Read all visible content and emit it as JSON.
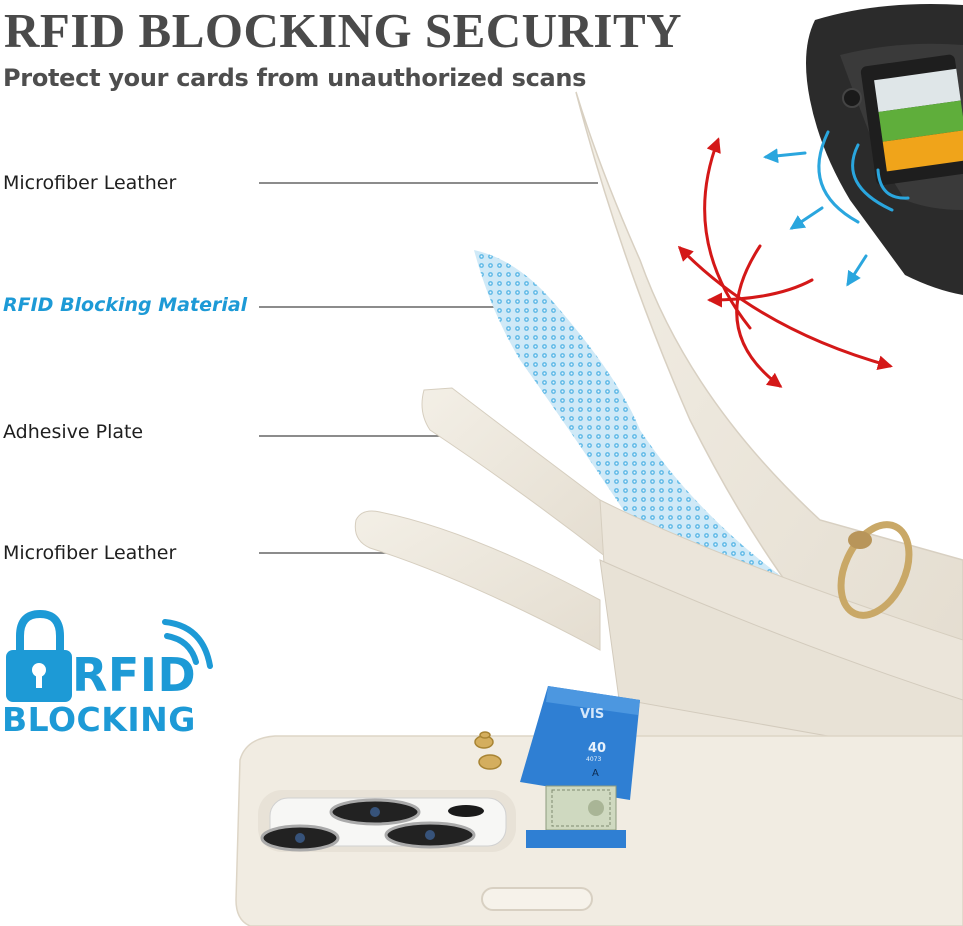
{
  "header": {
    "title": "RFID BLOCKING SECURITY",
    "subtitle": "Protect your cards from unauthorized scans"
  },
  "layers": [
    {
      "label": "Microfiber Leather",
      "accent": false
    },
    {
      "label": "RFID Blocking Material",
      "accent": true
    },
    {
      "label": "Adhesive Plate",
      "accent": false
    },
    {
      "label": "Microfiber Leather",
      "accent": false
    }
  ],
  "badge": {
    "line1": "RFID",
    "line2": "BLOCKING",
    "icon": "padlock-with-signal-waves-icon"
  },
  "card": {
    "brand": "VIS",
    "number_fragment": "40",
    "number_fragment2": "4073",
    "initial": "A"
  },
  "colors": {
    "accent_blue": "#1d9ad6",
    "signal_red": "#d41818",
    "signal_blue": "#2aa6de",
    "case_cream": "#efe9de",
    "title_gray": "#4a4a4a"
  }
}
